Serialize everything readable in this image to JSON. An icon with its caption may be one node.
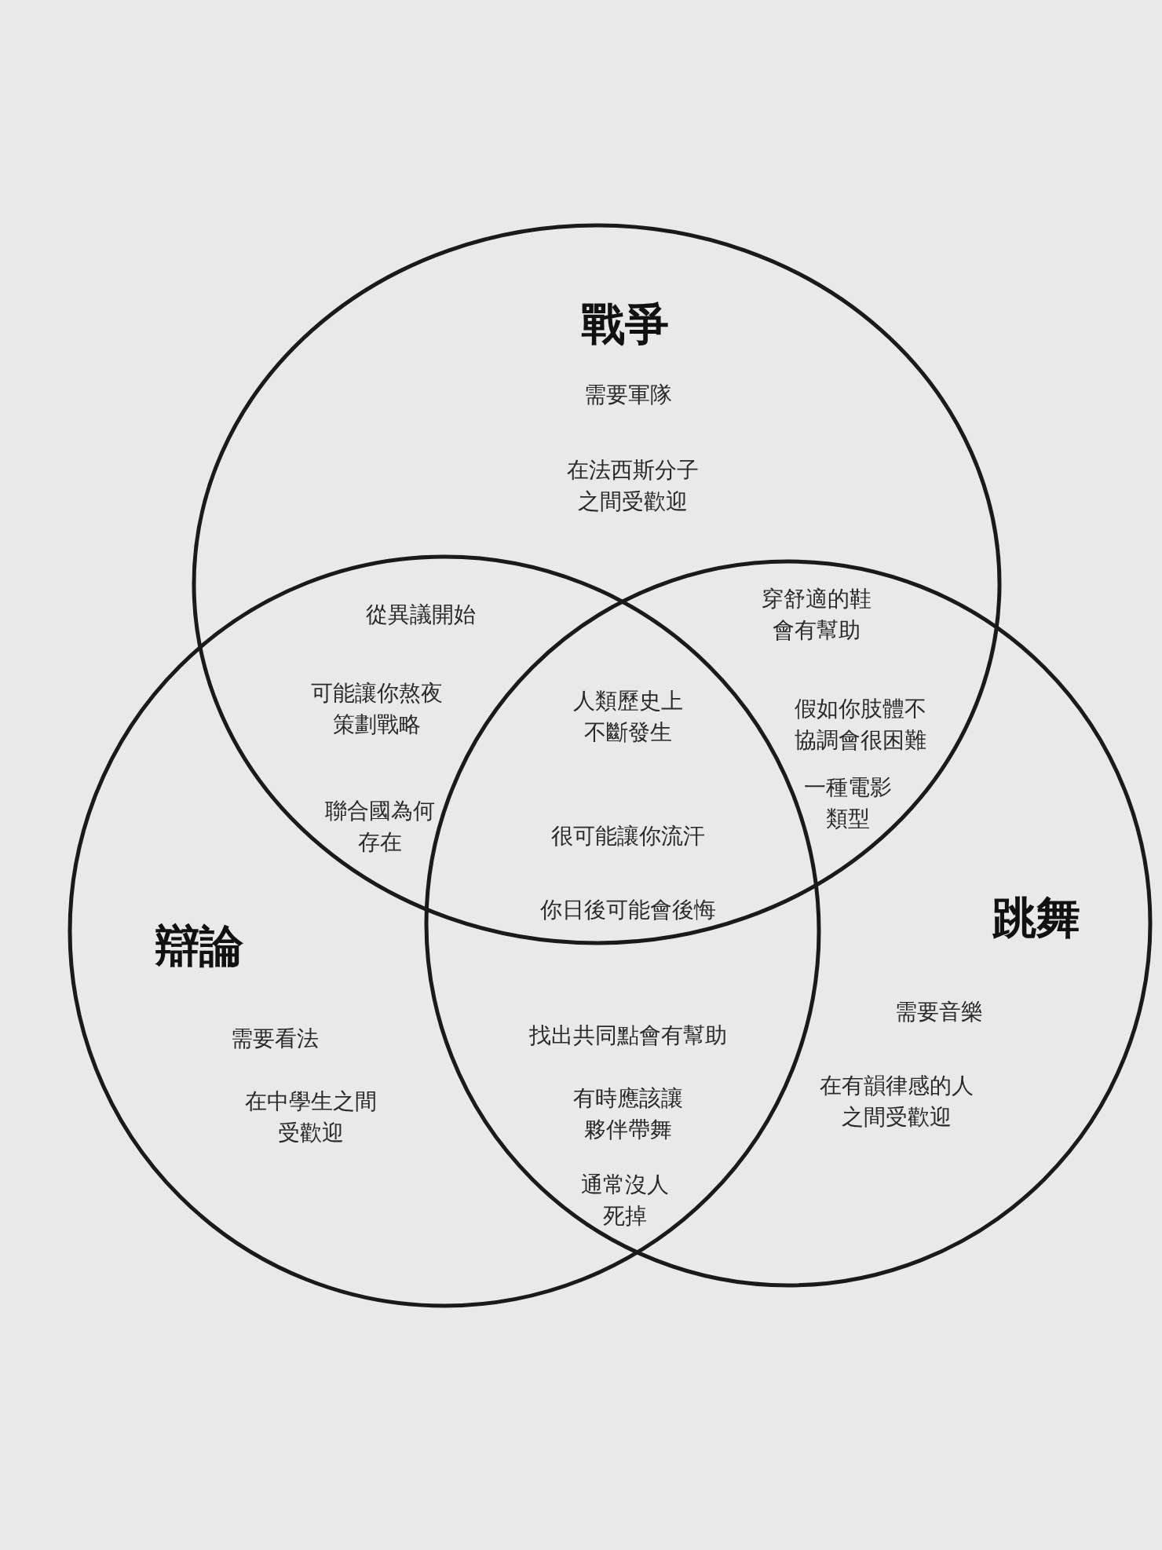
{
  "diagram": {
    "nodes": [
      {
        "text": [
          "戰爭",
          "需要軍隊",
          "在法西斯分子之間受歡迎"
        ]
      },
      {
        "text": [
          "辯論",
          "需要看法",
          "在中學生之間受歡迎"
        ]
      },
      {
        "text": [
          "跳舞",
          "需要音樂",
          "在有韻律感的人之間受歡迎"
        ]
      }
    ],
    "labels": [
      "從異議開始",
      "穿舒適的鞋會有幫助",
      "可能讓你熬夜策劃戰略",
      "人類歷史上不斷發生",
      "假如你肢體不協調會很困難",
      "聯合國為何存在",
      "一種電影類型",
      "很可能讓你流汗",
      "你日後可能會後悔",
      "找出共同點會有幫助",
      "有時應該讓夥伴帶舞",
      "通常沒人死掉"
    ]
  }
}
